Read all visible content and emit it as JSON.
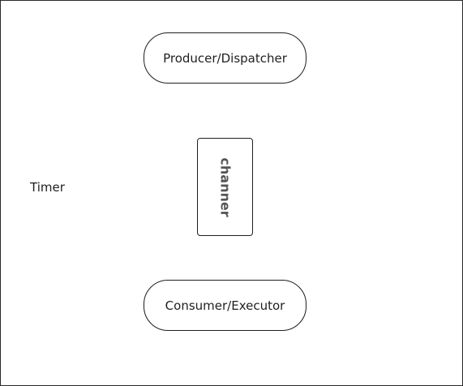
{
  "diagram": {
    "nodes": {
      "timer": "Timer",
      "producer": "Producer/Dispatcher",
      "channel": "channer",
      "consumer": "Consumer/Executor"
    }
  }
}
